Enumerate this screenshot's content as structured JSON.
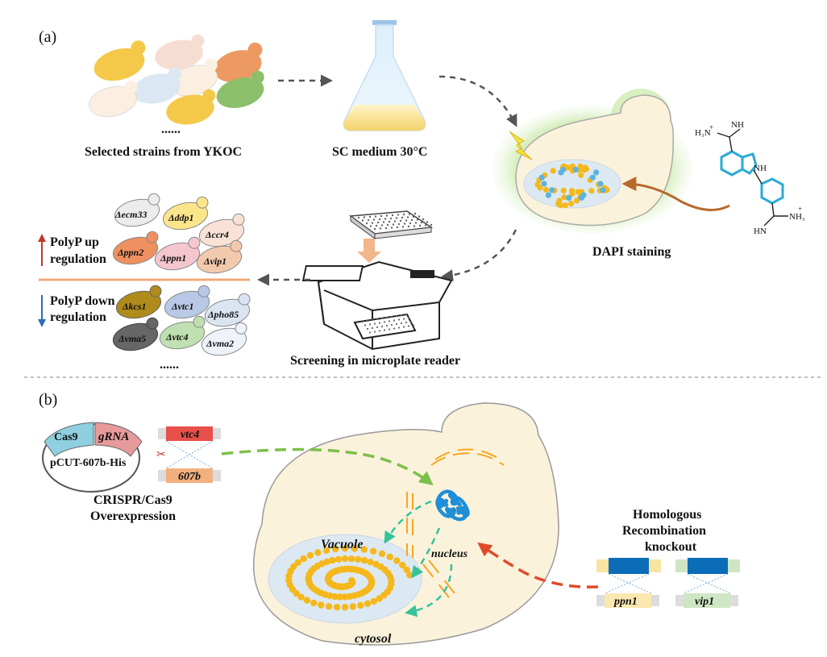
{
  "panels": {
    "a_label": "(a)",
    "b_label": "(b)"
  },
  "panel_a": {
    "strains_caption": "Selected strains from YKOC",
    "strains_ellipsis": "......",
    "medium_caption": "SC medium 30°C",
    "dapi_caption": "DAPI staining",
    "reader_caption": "Screening in microplate reader",
    "up_label_line1": "PolyP up",
    "up_label_line2": "regulation",
    "down_label_line1": "PolyP down",
    "down_label_line2": "regulation",
    "result_ellipsis": "......",
    "up_strains": [
      "Δecm33",
      "Δddp1",
      "Δccr4",
      "Δppn2",
      "Δppn1",
      "Δvip1"
    ],
    "down_strains": [
      "Δkcs1",
      "Δvtc1",
      "Δpho85",
      "Δvma5",
      "Δvtc4",
      "Δvma2"
    ],
    "dapi_structure": {
      "amine_top": "H₃N",
      "imine_top": "NH",
      "indole_nh": "NH",
      "amine_bottom": "NH₃",
      "imine_bottom": "HN",
      "plus": "+"
    }
  },
  "panel_b": {
    "plasmid_cas9": "Cas9",
    "plasmid_grna": "gRNA",
    "plasmid_name": "pCUT-607b-His",
    "gene_vtc4": "vtc4",
    "gene_607b": "607b",
    "crispr_line1": "CRISPR/Cas9",
    "crispr_line2": "Overexpression",
    "nucleus": "nucleus",
    "vacuole": "Vacuole",
    "cytosol": "cytosol",
    "hr_line1": "Homologous",
    "hr_line2": "Recombination",
    "hr_line3": "knockout",
    "gene_ppn1": "ppn1",
    "gene_vip1": "vip1"
  },
  "colors": {
    "polyp_dots": "#f5b81c",
    "dapi_blue": "#5bb3e0",
    "nucleus_blue": "#1f8fd6",
    "up_arrow": "#c0392b",
    "down_arrow": "#2a6fb5",
    "divider_orange": "#f0a878",
    "cell_fill": "#fbf2dc",
    "vacuole_fill": "#dde9f2",
    "green_dash": "#7cbf4a",
    "red_dash": "#e04a2a",
    "teal_dash": "#34c39a"
  }
}
